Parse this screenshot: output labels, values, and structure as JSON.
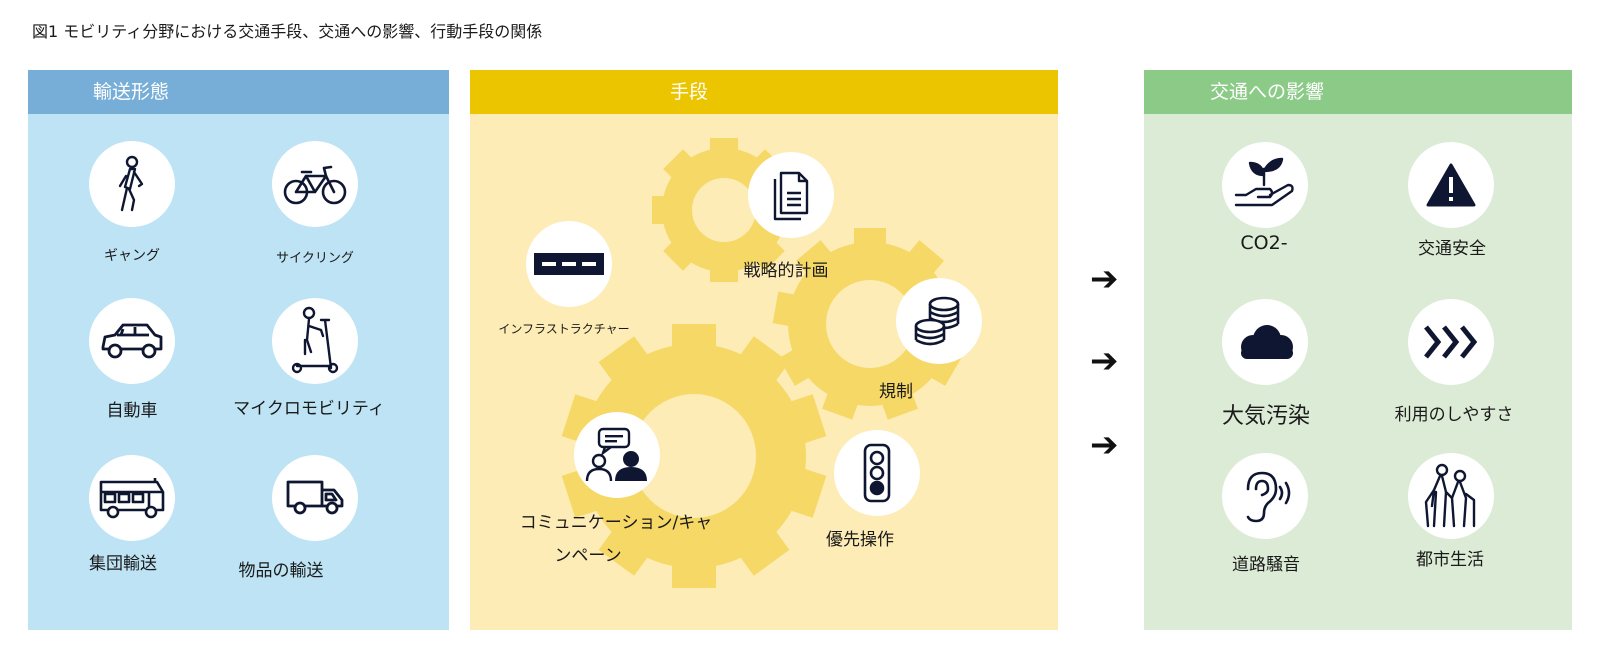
{
  "title": "図1 モビリティ分野における交通手段、交通への影響、行動手段の関係",
  "colors": {
    "blue_header": "#76aed7",
    "blue_body": "#bde3f4",
    "yellow_header": "#ebc500",
    "yellow_body": "#fdecb6",
    "gear": "#f6d866",
    "green_header": "#8bca87",
    "green_body": "#dcebd5",
    "icon": "#0f1631"
  },
  "transport": {
    "header": "輸送形態",
    "items": [
      {
        "label": "ギャング",
        "icon": "pedestrian-icon"
      },
      {
        "label": "サイクリング",
        "icon": "bicycle-icon"
      },
      {
        "label": "自動車",
        "icon": "car-icon"
      },
      {
        "label": "マイクロモビリティ",
        "icon": "scooter-icon"
      },
      {
        "label": "集団輸送",
        "icon": "bus-icon"
      },
      {
        "label": "物品の輸送",
        "icon": "van-icon"
      }
    ]
  },
  "measures": {
    "header": "手段",
    "items": [
      {
        "label": "インフラストラクチャー",
        "icon": "road-icon"
      },
      {
        "label": "戦略的計画",
        "icon": "document-icon"
      },
      {
        "label": "規制",
        "icon": "coins-icon"
      },
      {
        "label": "コミュニケーション/キャ",
        "label2": "ンペーン",
        "icon": "conversation-icon"
      },
      {
        "label": "優先操作",
        "icon": "traffic-light-icon"
      }
    ]
  },
  "impacts": {
    "header": "交通への影響",
    "items": [
      {
        "label": "CO2-",
        "icon": "plant-hand-icon"
      },
      {
        "label": "交通安全",
        "icon": "warning-icon"
      },
      {
        "label": "大気汚染",
        "icon": "cloud-icon"
      },
      {
        "label": "利用のしやすさ",
        "icon": "chevrons-icon"
      },
      {
        "label": "道路騒音",
        "icon": "ear-icon"
      },
      {
        "label": "都市生活",
        "icon": "elderly-people-icon"
      }
    ]
  },
  "arrow_glyph": "➔"
}
